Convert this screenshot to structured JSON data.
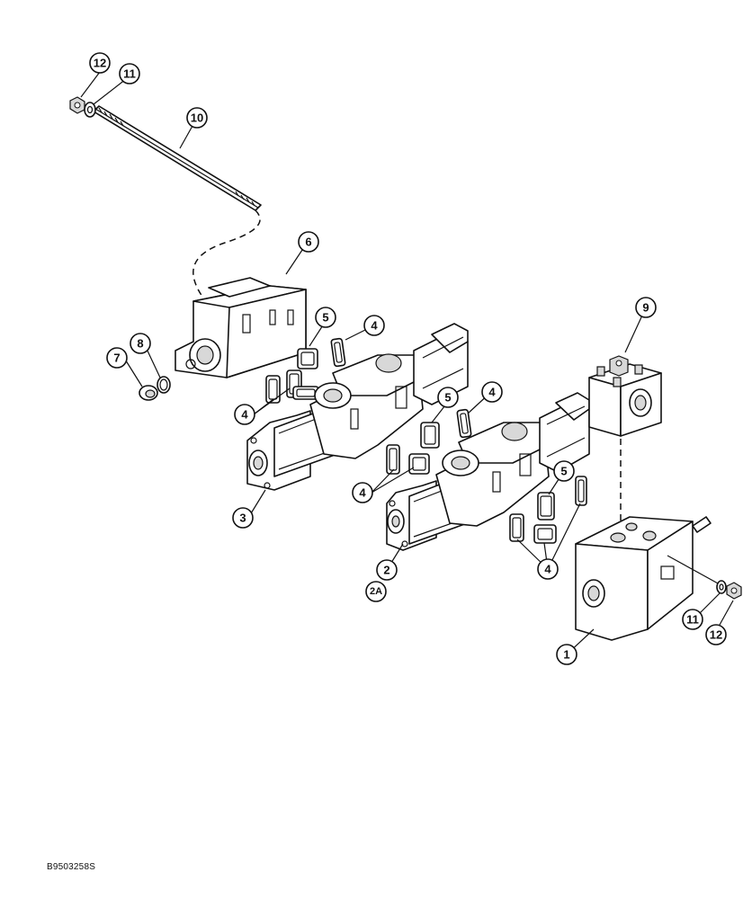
{
  "figure": {
    "id": "B9503258S"
  },
  "callouts": {
    "c1": "1",
    "c2": "2",
    "c2a": "2A",
    "c3": "3",
    "c4a": "4",
    "c4b": "4",
    "c4c": "4",
    "c4d": "4",
    "c4e": "4",
    "c5a": "5",
    "c5b": "5",
    "c5c": "5",
    "c6": "6",
    "c7": "7",
    "c8": "8",
    "c9": "9",
    "c10": "10",
    "c11a": "11",
    "c11b": "11",
    "c12a": "12",
    "c12b": "12"
  }
}
